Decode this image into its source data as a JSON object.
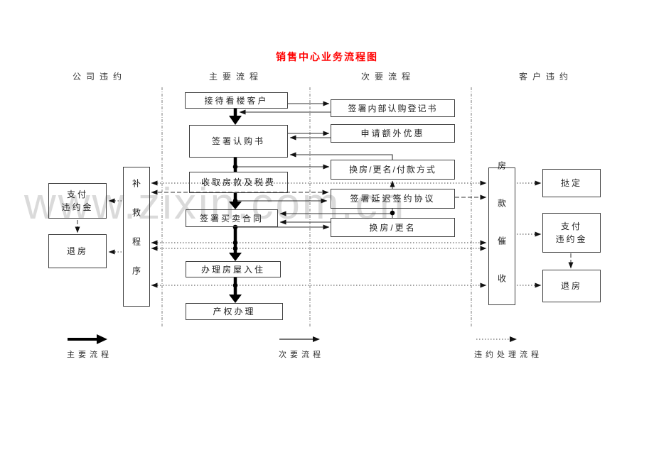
{
  "title": "销售中心业务流程图",
  "watermark": "www.zixin.com.cn",
  "column_headers": {
    "company_breach": "公司违约",
    "main_flow": "主要流程",
    "secondary_flow": "次要流程",
    "customer_breach": "客户违约"
  },
  "main_flow": {
    "boxes": [
      "接待看楼客户",
      "签署认购书",
      "收取房款及税费",
      "签署买卖合同",
      "办理房屋入住",
      "产权办理"
    ]
  },
  "secondary_flow": {
    "boxes": [
      "签署内部认购登记书",
      "申请额外优惠",
      "换房/更名/付款方式",
      "签署延迟签约协议",
      "换房/更名"
    ]
  },
  "company_breach": {
    "procedure": "补救程序",
    "pay_line1": "支付",
    "pay_line2": "违约金",
    "return_house": "退房"
  },
  "customer_breach": {
    "collection": "房款催收",
    "forfeit": "挞定",
    "pay_line1": "支付",
    "pay_line2": "违约金",
    "return_house": "退房"
  },
  "legend": {
    "main": "主要流程",
    "secondary": "次要流程",
    "breach": "违约处理流程"
  },
  "colors": {
    "title": "#ff0000",
    "line": "#333333",
    "divider": "#999999"
  }
}
